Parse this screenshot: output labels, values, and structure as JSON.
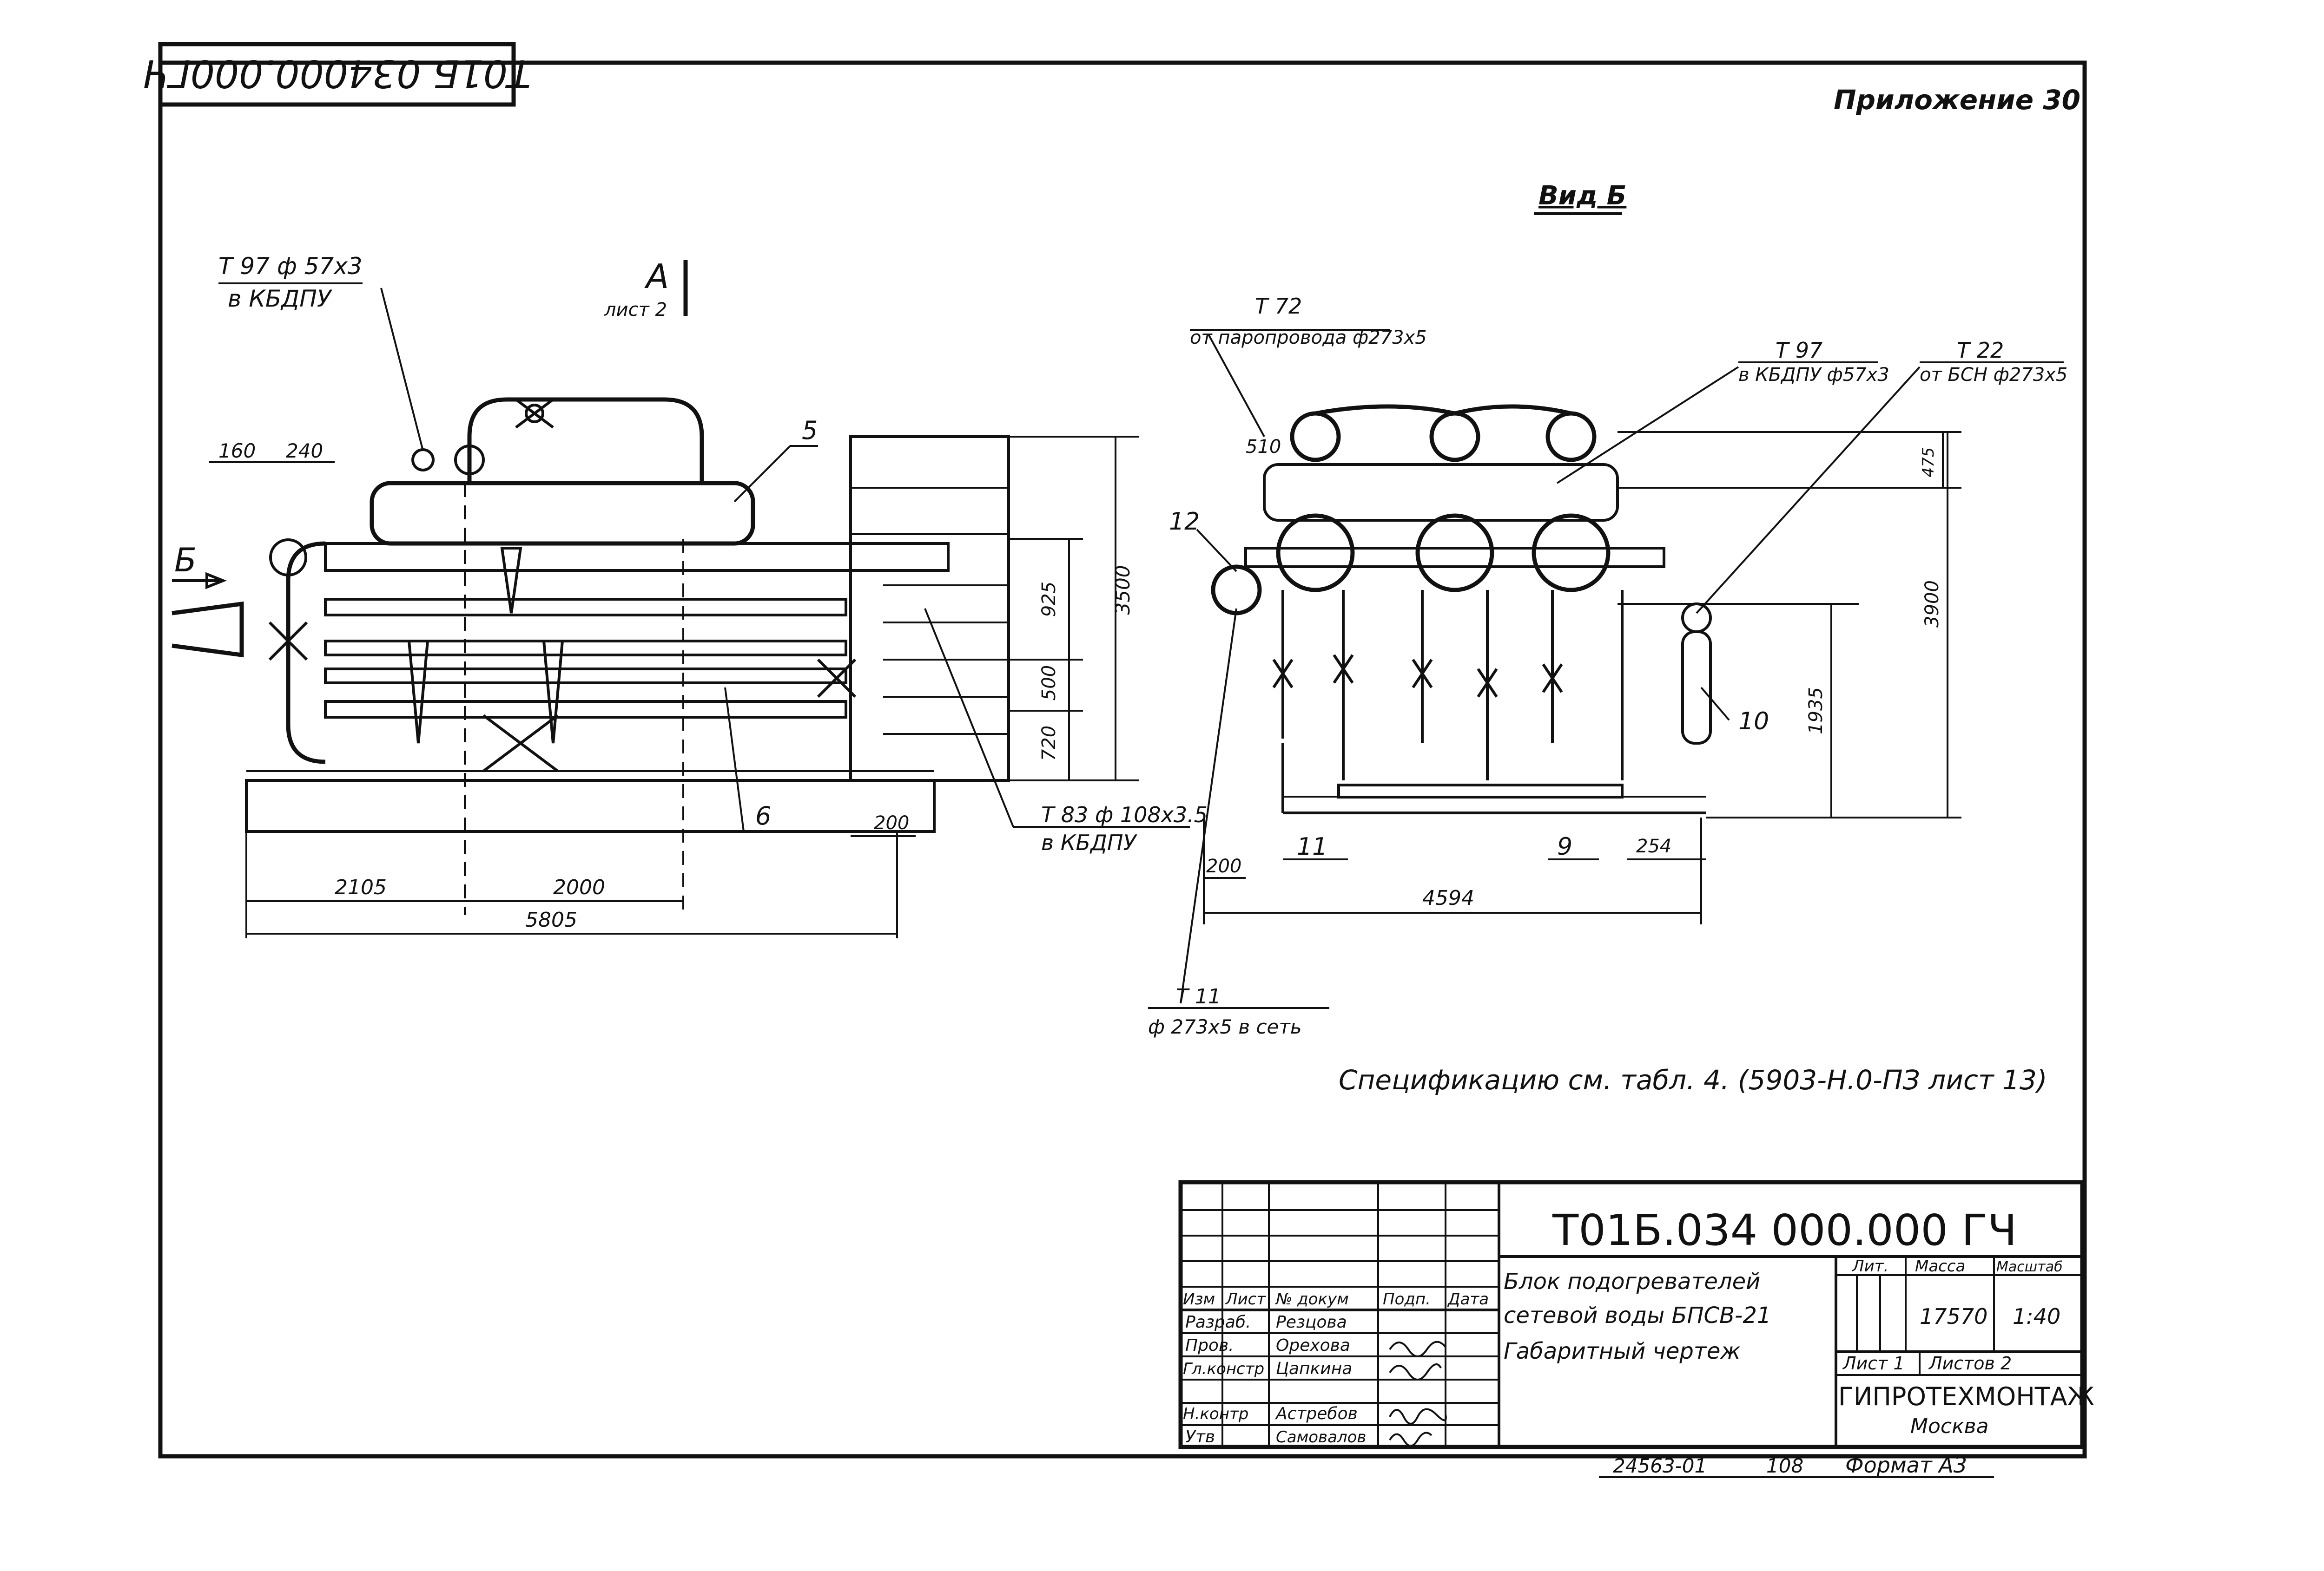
{
  "top_stamp": "Т01Б 034000.000ГЧ",
  "appendix": "Приложение 30",
  "view_b_title": "Вид Б",
  "section_a": {
    "letter": "A",
    "sheet": "лист 2"
  },
  "arrow_b": "Б",
  "left_view": {
    "callouts": [
      {
        "id": "t97",
        "line1": "Т 97 ф 57х3",
        "line2": "в КБДПУ"
      },
      {
        "id": "t83",
        "line1": "Т 83 ф 108х3.5",
        "line2": "в КБДПУ"
      }
    ],
    "item_numbers": [
      "5",
      "6"
    ],
    "dimensions": {
      "d160": "160",
      "d240": "240",
      "d925": "925",
      "d500": "500",
      "d720": "720",
      "d3500": "3500",
      "d200": "200",
      "d2105": "2105",
      "d2000": "2000",
      "d5805": "5805"
    }
  },
  "right_view": {
    "callouts": [
      {
        "id": "t72",
        "line1": "Т 72",
        "line2": "от паропровода ф273х5"
      },
      {
        "id": "t97b",
        "line1": "Т 97",
        "line2": "в КБДПУ ф57х3"
      },
      {
        "id": "t22",
        "line1": "Т 22",
        "line2": "от БСН ф273х5"
      },
      {
        "id": "t11",
        "line1": "Т 11",
        "line2": "ф 273х5 в сеть"
      }
    ],
    "item_numbers": [
      "12",
      "10",
      "11",
      "9"
    ],
    "dimensions": {
      "d510": "510",
      "d475": "475",
      "d3900": "3900",
      "d1935": "1935",
      "d254": "254",
      "d200": "200",
      "d4594": "4594"
    }
  },
  "spec_note": "Спецификацию см. табл. 4. (5903-Н.0-ПЗ лист 13)",
  "title_block": {
    "doc_code": "Т01Б.034 000.000 ГЧ",
    "headers": [
      "Изм",
      "Лист",
      "№ докум",
      "Подп.",
      "Дата"
    ],
    "roles": [
      {
        "role": "Разраб.",
        "name": "Резцова"
      },
      {
        "role": "Пров.",
        "name": "Орехова"
      },
      {
        "role": "Гл.констр",
        "name": "Цапкина"
      },
      {
        "role": "Н.контр",
        "name": "Астребов"
      },
      {
        "role": "Утв",
        "name": "Самовалов"
      }
    ],
    "title_lines": [
      "Блок подогревателей",
      "сетевой воды БПСВ-21",
      "Габаритный чертеж"
    ],
    "lit_label": "Лит.",
    "mass_label": "Масса",
    "scale_label": "Масштаб",
    "mass": "17570",
    "scale": "1:40",
    "sheet_label": "Лист 1",
    "sheets_label": "Листов 2",
    "org": "ГИПРОТЕХМОНТАЖ",
    "city": "Москва"
  },
  "bottom_codes": {
    "inv": "24563-01",
    "num": "108",
    "format": "Формат А3"
  }
}
